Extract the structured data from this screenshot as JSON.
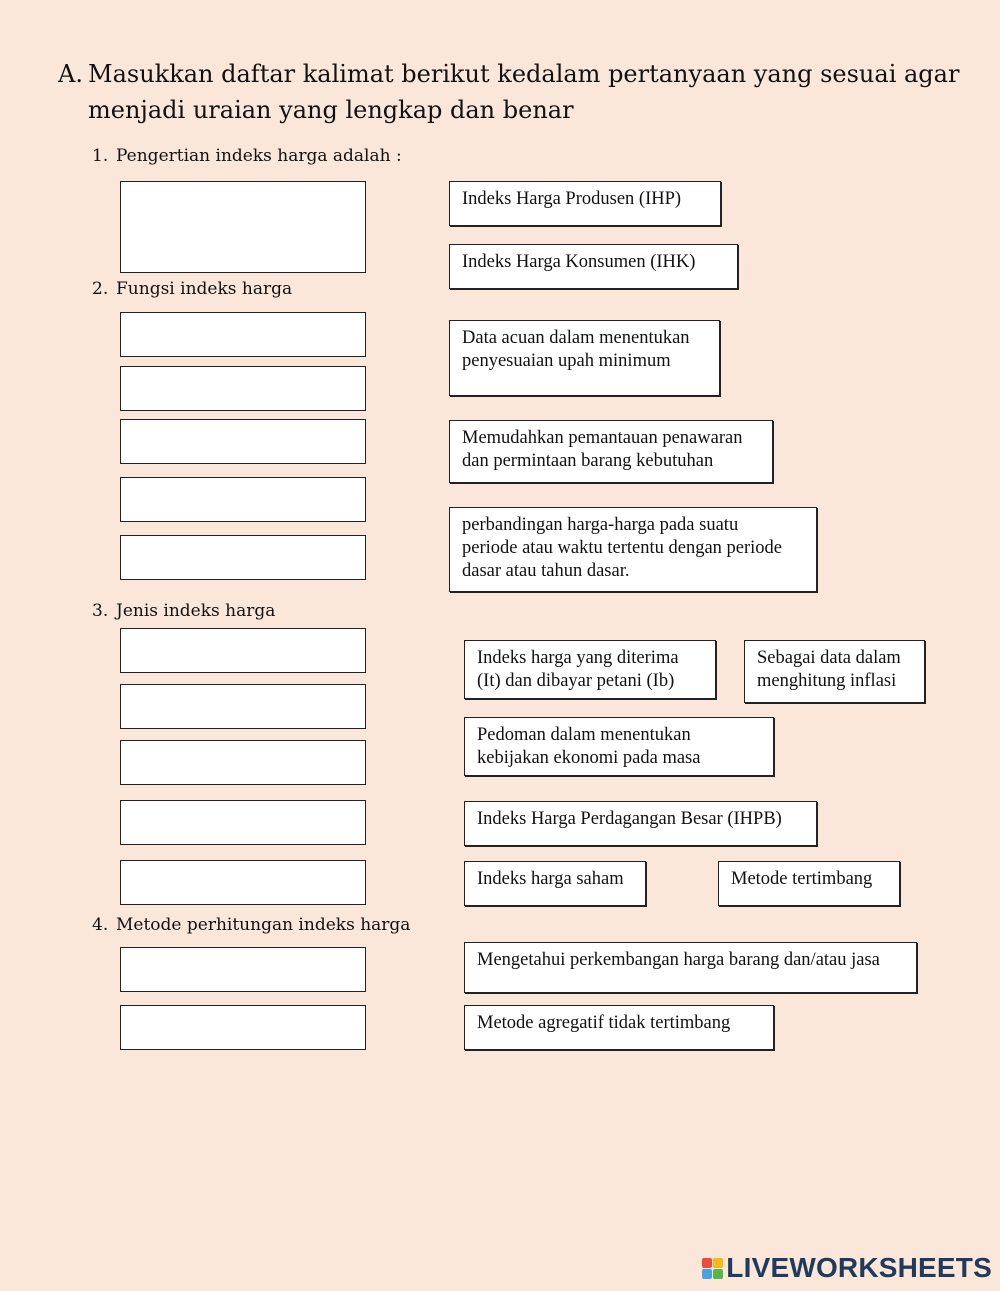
{
  "heading": {
    "letter": "A.",
    "text": "Masukkan daftar kalimat berikut kedalam pertanyaan yang sesuai agar menjadi uraian yang lengkap dan benar"
  },
  "questions": [
    {
      "num": "1.",
      "text": "Pengertian indeks harga adalah :"
    },
    {
      "num": "2.",
      "text": "Fungsi indeks harga"
    },
    {
      "num": "3.",
      "text": "Jenis indeks harga"
    },
    {
      "num": "4.",
      "text": "Metode perhitungan indeks harga"
    }
  ],
  "options": [
    "Indeks  Harga  Produsen  (IHP)",
    "Indeks Harga Konsumen (IHK)",
    "Data acuan dalam menentukan\npenyesuaian upah minimum",
    "Memudahkan pemantauan penawaran\n dan permintaan barang kebutuhan",
    "perbandingan harga-harga pada suatu\nperiode atau waktu tertentu dengan periode\ndasar atau tahun dasar.",
    "Indeks harga yang diterima\n(It) dan dibayar petani (Ib)",
    "Sebagai data dalam\nmenghitung inflasi",
    "Pedoman dalam menentukan\nkebijakan ekonomi pada masa",
    " Indeks Harga Perdagangan Besar (IHPB)",
    "Indeks harga saham",
    "Metode tertimbang",
    "Mengetahui perkembangan harga barang dan/atau jasa",
    "Metode agregatif tidak tertimbang"
  ],
  "brand": {
    "name": "LIVEWORKSHEETS",
    "colors": [
      "#e94e3c",
      "#f6b91a",
      "#4aa3df",
      "#55b74a"
    ],
    "text_color": "#1f3a5c",
    "background": "#fbe7da"
  }
}
